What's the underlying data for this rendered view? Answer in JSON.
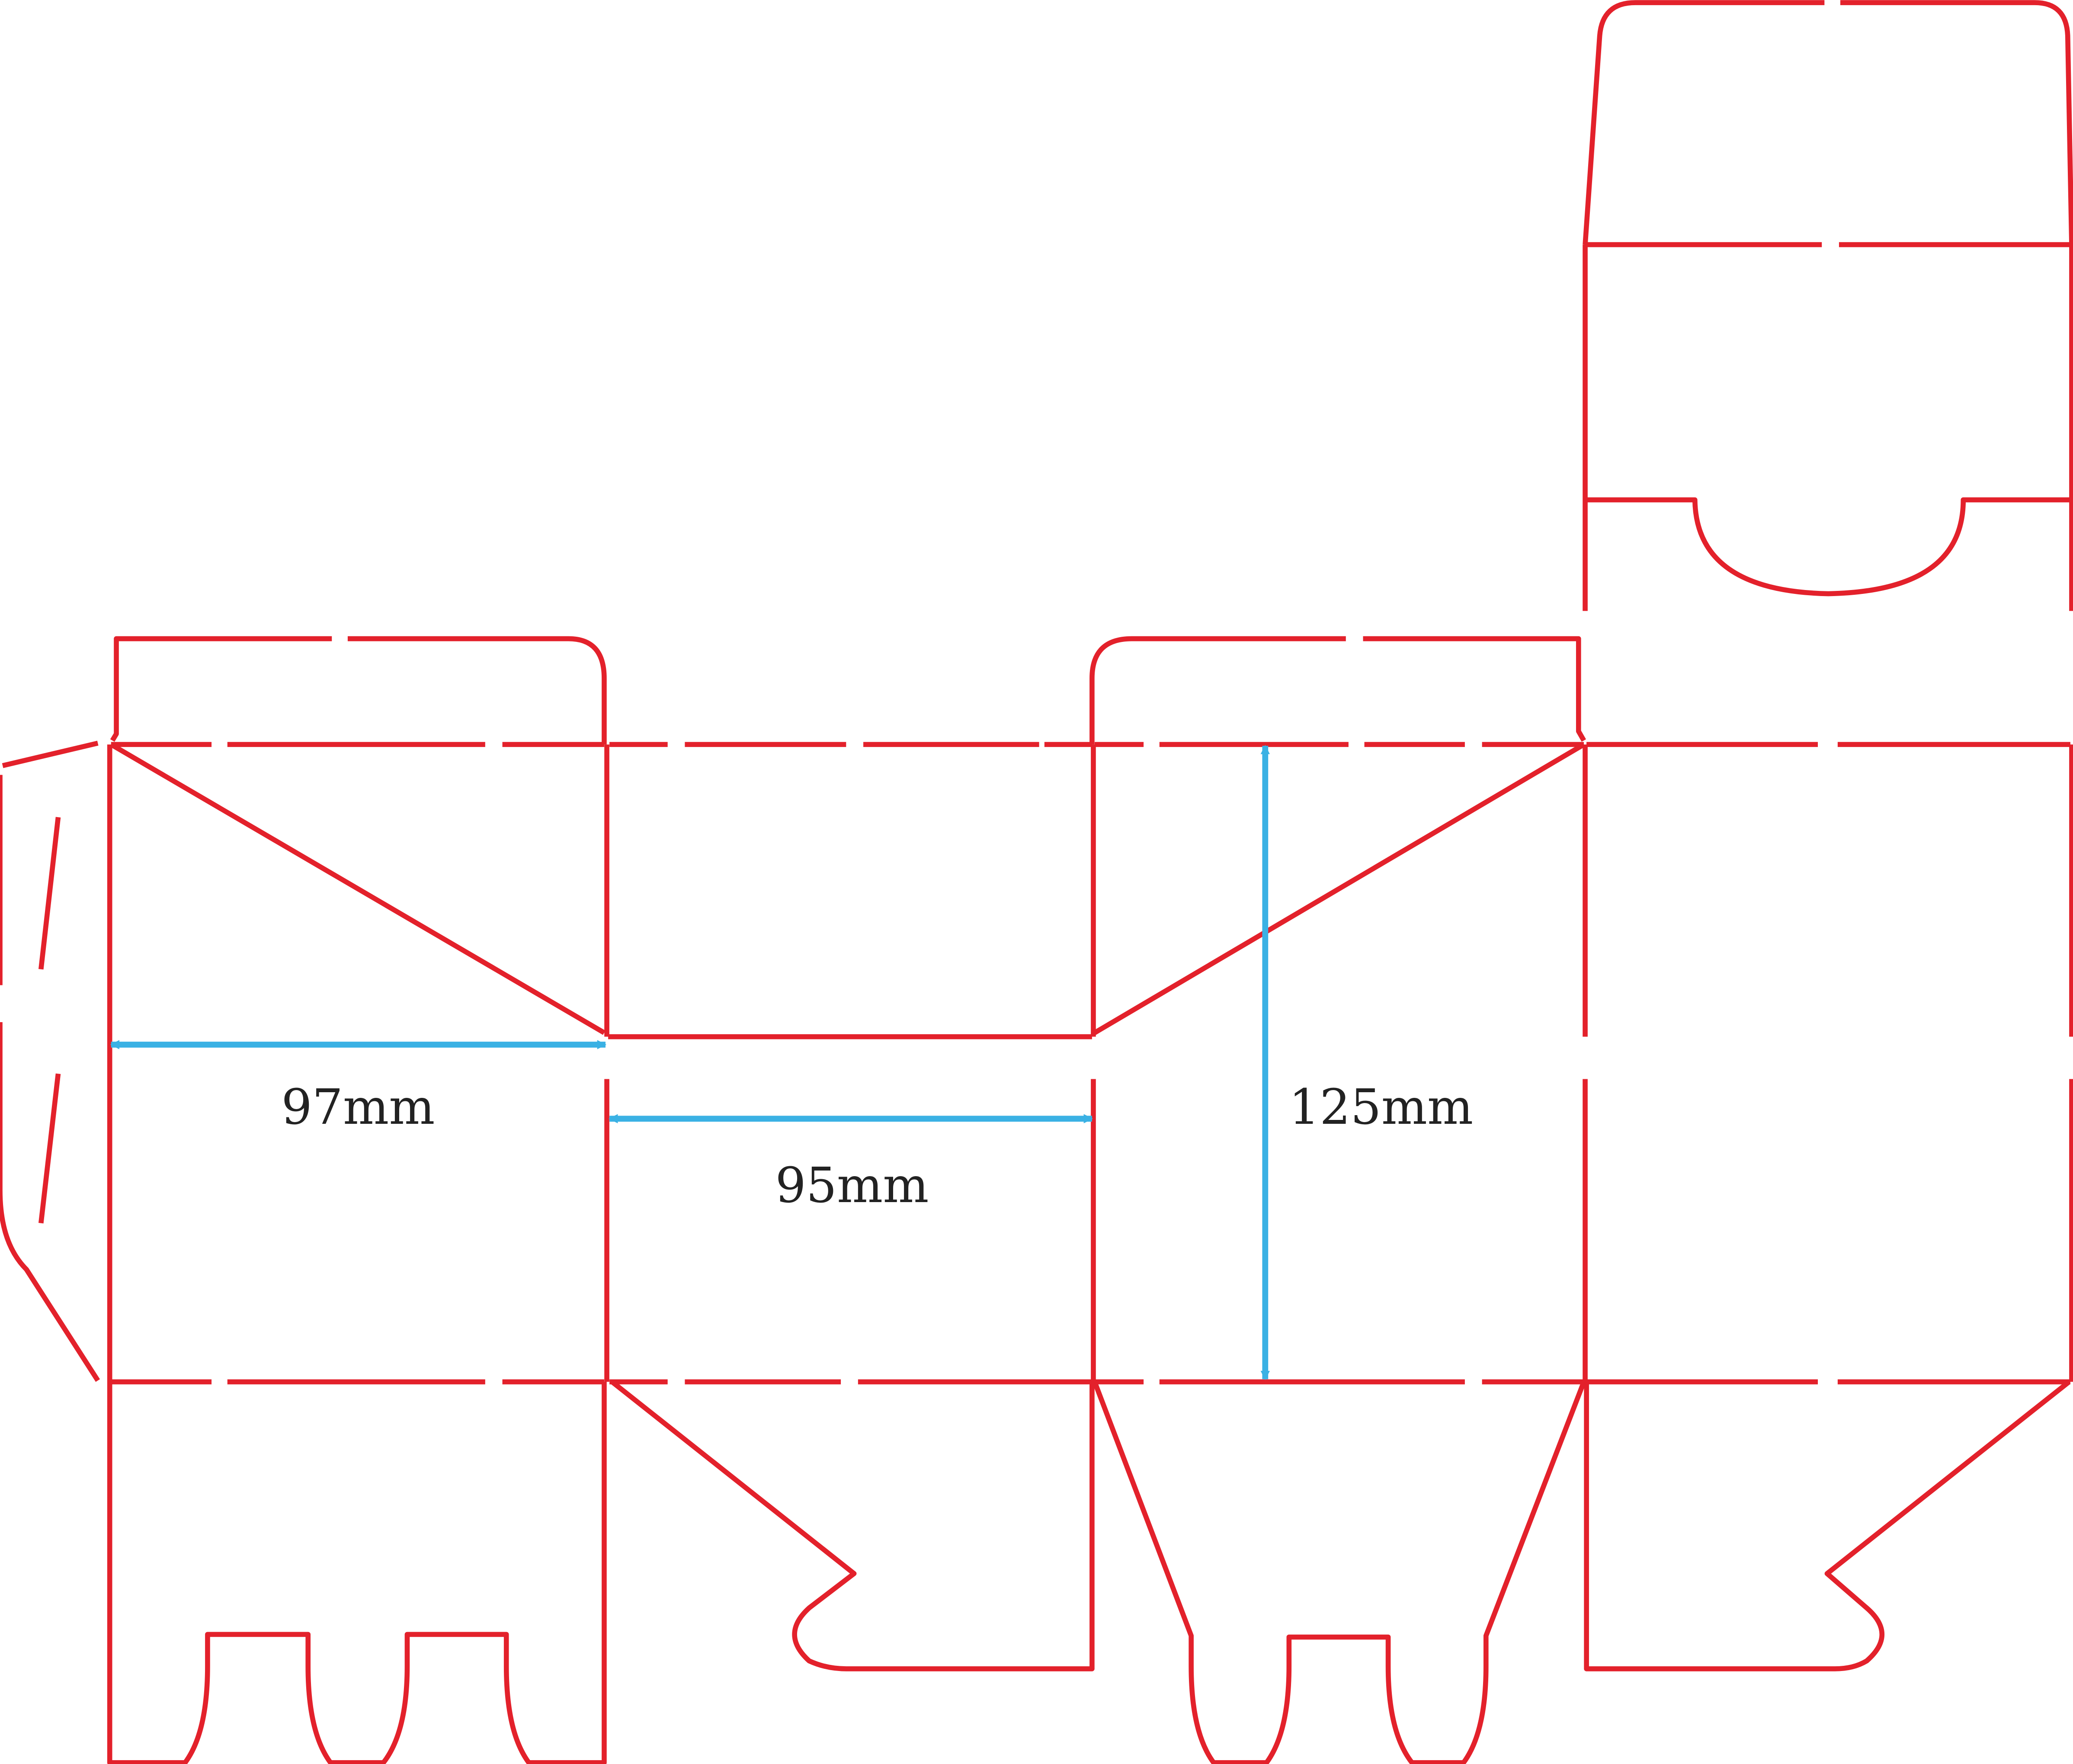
{
  "colors": {
    "cut_line": "#e3212b",
    "dimension": "#3ab1e4",
    "label": "#222222",
    "background": "#ffffff"
  },
  "dimensions": {
    "width_panel_1": "97mm",
    "width_panel_2": "95mm",
    "height": "125mm"
  },
  "arrowhead_icon": "arrowhead-icon"
}
